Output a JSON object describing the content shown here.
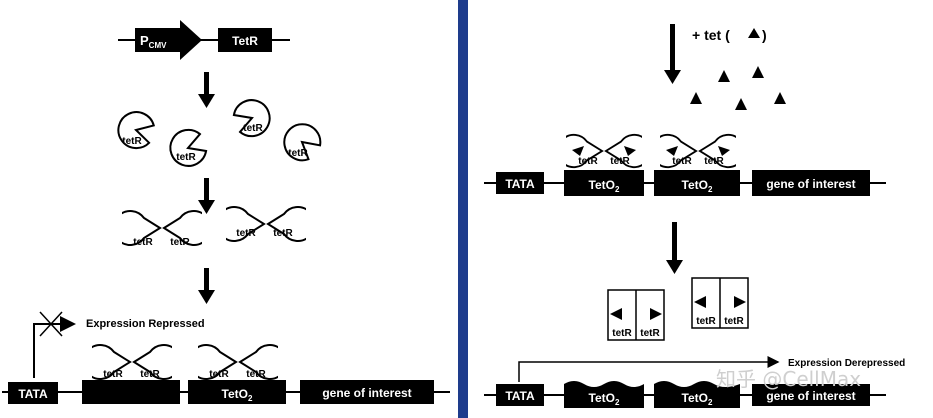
{
  "left_panel": {
    "promoter_label_main": "P",
    "promoter_label_sub": "CMV",
    "tetr_gene_label": "TetR",
    "tetr_protein_label": "tetR",
    "expression_label": "Expression Repressed",
    "tata_label": "TATA",
    "operator_label_main": "TetO",
    "operator_label_sub": "2",
    "gene_label": "gene of interest"
  },
  "right_panel": {
    "tet_label": "+ tet (",
    "tet_label_end": ")",
    "tetr_protein_label": "tetR",
    "tata_label": "TATA",
    "operator_label_main": "TetO",
    "operator_label_sub": "2",
    "gene_label": "gene of interest",
    "expression_label": "Expression Derepressed"
  },
  "watermark": "知乎 @CellMax",
  "colors": {
    "divider": "#1e3c8c",
    "block": "#000000",
    "background": "#ffffff"
  }
}
